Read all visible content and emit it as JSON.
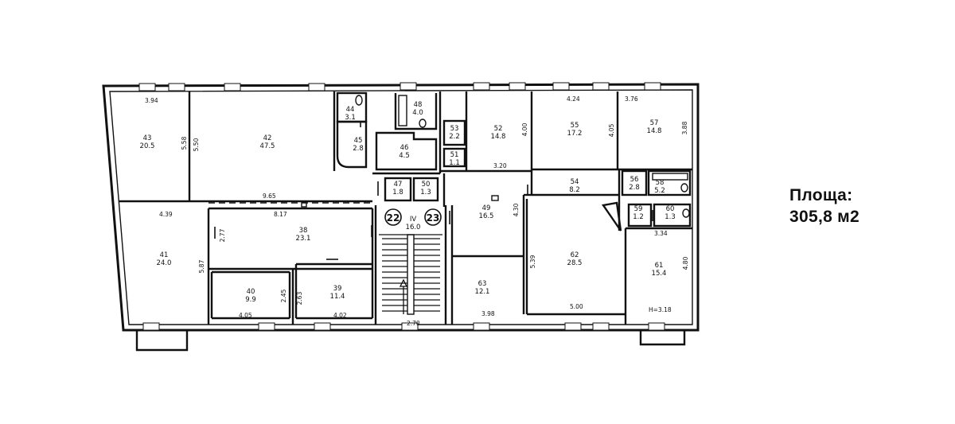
{
  "area_label": "Площа:",
  "area_value": "305,8 м2",
  "rooms": [
    {
      "id": "43",
      "num": "43",
      "area": "20.5"
    },
    {
      "id": "42",
      "num": "42",
      "area": "47.5"
    },
    {
      "id": "44",
      "num": "44",
      "area": "3.1"
    },
    {
      "id": "45",
      "num": "45",
      "area": "2.8"
    },
    {
      "id": "46",
      "num": "46",
      "area": "4.5"
    },
    {
      "id": "48",
      "num": "48",
      "area": "4.0"
    },
    {
      "id": "53",
      "num": "53",
      "area": "2.2"
    },
    {
      "id": "51",
      "num": "51",
      "area": "1.1"
    },
    {
      "id": "52",
      "num": "52",
      "area": "14.8"
    },
    {
      "id": "55",
      "num": "55",
      "area": "17.2"
    },
    {
      "id": "57",
      "num": "57",
      "area": "14.8"
    },
    {
      "id": "47",
      "num": "47",
      "area": "1.8"
    },
    {
      "id": "50",
      "num": "50",
      "area": "1.3"
    },
    {
      "id": "54",
      "num": "54",
      "area": "8.2"
    },
    {
      "id": "56",
      "num": "56",
      "area": "2.8"
    },
    {
      "id": "58",
      "num": "58",
      "area": "5.2"
    },
    {
      "id": "IV",
      "num": "IV",
      "area": "16.0"
    },
    {
      "id": "49",
      "num": "49",
      "area": "16.5"
    },
    {
      "id": "59",
      "num": "59",
      "area": "1.2"
    },
    {
      "id": "60",
      "num": "60",
      "area": "1.3"
    },
    {
      "id": "38",
      "num": "38",
      "area": "23.1"
    },
    {
      "id": "41",
      "num": "41",
      "area": "24.0"
    },
    {
      "id": "62",
      "num": "62",
      "area": "28.5"
    },
    {
      "id": "61",
      "num": "61",
      "area": "15.4"
    },
    {
      "id": "40",
      "num": "40",
      "area": "9.9"
    },
    {
      "id": "39",
      "num": "39",
      "area": "11.4"
    },
    {
      "id": "63",
      "num": "63",
      "area": "12.1"
    }
  ],
  "dimensions": {
    "d394": "3.94",
    "d558": "5.58",
    "d550": "5.50",
    "d965": "9.65",
    "d439": "4.39",
    "d817": "8.17",
    "d277": "2.77",
    "d587": "5.87",
    "d245": "2.45",
    "d263": "2.63",
    "d405": "4.05",
    "d402": "4.02",
    "d270": "2.70",
    "d400": "4.00",
    "d320": "3.20",
    "d424": "4.24",
    "d405b": "4.05",
    "d376": "3.76",
    "d388": "3.88",
    "d430": "4.30",
    "d539": "5.39",
    "d398": "3.98",
    "d500": "5.00",
    "d334": "3.34",
    "d480": "4.80",
    "dh318": "H=3.18"
  },
  "circles": {
    "left": "22",
    "right": "23"
  }
}
